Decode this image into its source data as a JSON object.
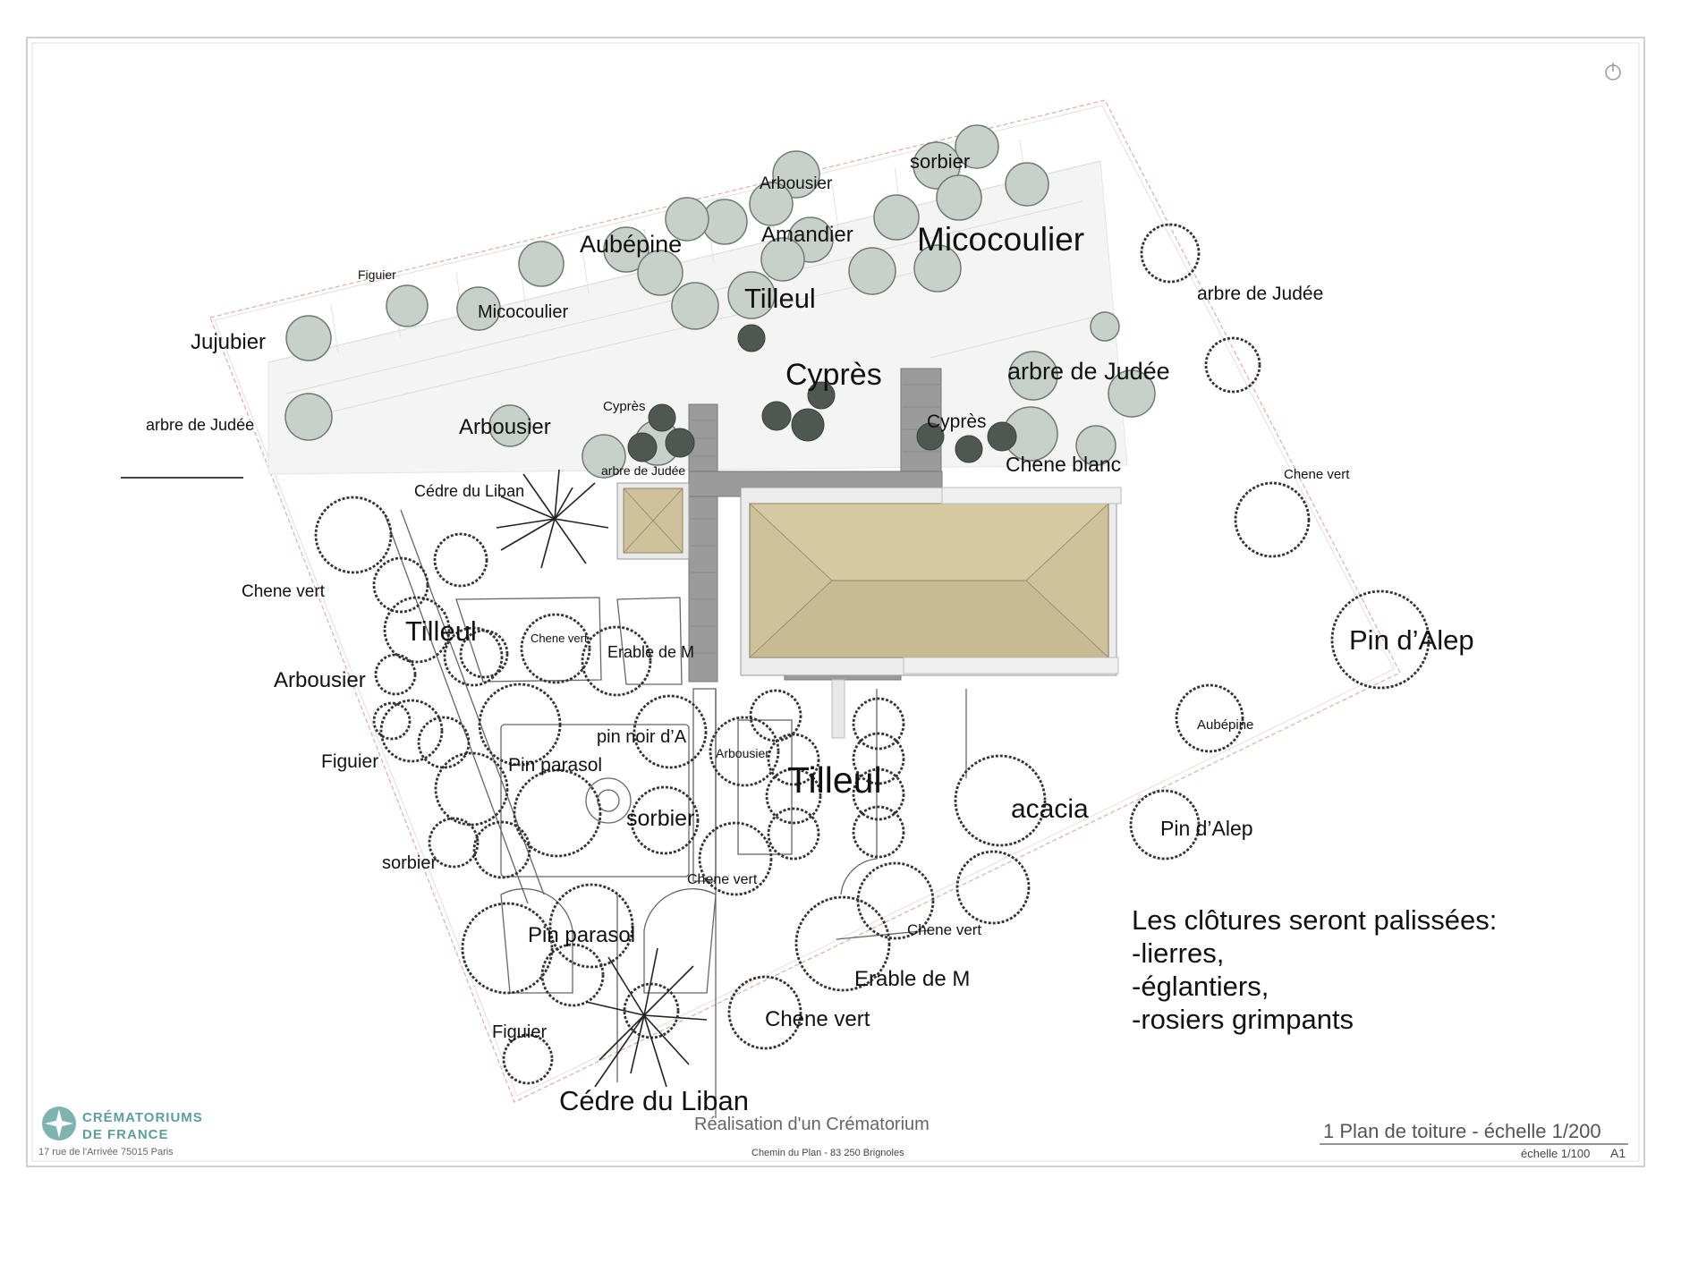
{
  "plan": {
    "labels": [
      {
        "id": "sorbier-top",
        "text": "sorbier",
        "size": 22
      },
      {
        "id": "arbousier-top",
        "text": "Arbousier",
        "size": 19
      },
      {
        "id": "amandier",
        "text": "Amandier",
        "size": 24
      },
      {
        "id": "micocoulier-big",
        "text": "Micocoulier",
        "size": 37
      },
      {
        "id": "aubepine-top",
        "text": "Aubépine",
        "size": 27
      },
      {
        "id": "figuier-top",
        "text": "Figuier",
        "size": 14
      },
      {
        "id": "tilleul-top",
        "text": "Tilleul",
        "size": 31
      },
      {
        "id": "arbre-judee-ne",
        "text": "arbre de Judée",
        "size": 21
      },
      {
        "id": "micocoulier-small",
        "text": "Micocoulier",
        "size": 20
      },
      {
        "id": "jujubier",
        "text": "Jujubier",
        "size": 24
      },
      {
        "id": "cypres-big",
        "text": "Cyprès",
        "size": 34
      },
      {
        "id": "arbre-judee-mid",
        "text": "arbre de Judée",
        "size": 27
      },
      {
        "id": "arbre-judee-w",
        "text": "arbre de Judée",
        "size": 18
      },
      {
        "id": "arbousier-nw",
        "text": "Arbousier",
        "size": 24
      },
      {
        "id": "cypres-small",
        "text": "Cyprès",
        "size": 15
      },
      {
        "id": "cypres-right",
        "text": "Cyprès",
        "size": 21
      },
      {
        "id": "arbre-judee-small",
        "text": "arbre de Judée",
        "size": 14
      },
      {
        "id": "chene-blanc",
        "text": "Chene blanc",
        "size": 23
      },
      {
        "id": "cedre-liban-small",
        "text": "Cédre du Liban",
        "size": 18
      },
      {
        "id": "chene-vert-e",
        "text": "Chene vert",
        "size": 15
      },
      {
        "id": "chene-vert-w",
        "text": "Chene vert",
        "size": 19
      },
      {
        "id": "tilleul-w",
        "text": "Tilleul",
        "size": 31
      },
      {
        "id": "chene-vert-small",
        "text": "Chene vert",
        "size": 13
      },
      {
        "id": "erable-top",
        "text": "Erable de M",
        "size": 18
      },
      {
        "id": "pin-alep-big",
        "text": "Pin d’Alep",
        "size": 31
      },
      {
        "id": "arbousier-w",
        "text": "Arbousier",
        "size": 24
      },
      {
        "id": "aubepine-e",
        "text": "Aubépine",
        "size": 15
      },
      {
        "id": "pin-noir",
        "text": "pin noir d’A",
        "size": 20
      },
      {
        "id": "arbousier-small",
        "text": "Arbousier",
        "size": 14
      },
      {
        "id": "figuier-w",
        "text": "Figuier",
        "size": 21
      },
      {
        "id": "pin-parasol-1",
        "text": "Pin parasol",
        "size": 21
      },
      {
        "id": "tilleul-center",
        "text": "Tilleul",
        "size": 41
      },
      {
        "id": "acacia",
        "text": "acacia",
        "size": 30
      },
      {
        "id": "pin-alep-small",
        "text": "Pin d’Alep",
        "size": 23
      },
      {
        "id": "sorbier-mid",
        "text": "sorbier",
        "size": 25
      },
      {
        "id": "sorbier-w",
        "text": "sorbier",
        "size": 20
      },
      {
        "id": "chene-vert-mid",
        "text": "Chene vert",
        "size": 16
      },
      {
        "id": "chene-vert-se",
        "text": "Chene vert",
        "size": 17
      },
      {
        "id": "pin-parasol-2",
        "text": "Pin parasol",
        "size": 24
      },
      {
        "id": "erable-bottom",
        "text": "Erable de M",
        "size": 24
      },
      {
        "id": "chene-vert-bottom",
        "text": "Chene vert",
        "size": 24
      },
      {
        "id": "figuier-bottom",
        "text": "Figuier",
        "size": 20
      },
      {
        "id": "cedre-liban-big",
        "text": "Cédre du Liban",
        "size": 31
      }
    ],
    "note": {
      "title": "Les clôtures seront palissées:",
      "items": [
        "-lierres,",
        "-églantiers,",
        "-rosiers grimpants"
      ]
    }
  },
  "footer": {
    "company_line1": "CRÉMATORIUMS",
    "company_line2": "DE FRANCE",
    "company_address": "17 rue de l'Arrivée 75015 Paris",
    "project_title": "Réalisation d'un Crématorium",
    "project_address": "Chemin du Plan - 83 250 Brignoles",
    "sheet_title": "1  Plan de toiture - échelle 1/200",
    "scale": "échelle 1/100",
    "format": "A1"
  },
  "colors": {
    "tree_fill": "#c8d0ca",
    "tree_stroke": "#6f7a72",
    "dark_tree": "#4f5751",
    "roof_fill": "#cfc199",
    "brand": "#5e9ea0"
  },
  "icons": [
    "power-icon",
    "compass-rose-icon"
  ]
}
